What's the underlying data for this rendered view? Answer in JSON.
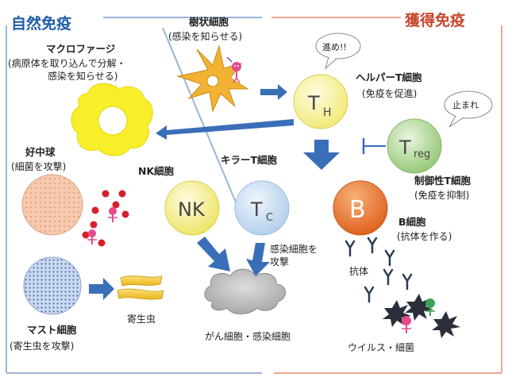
{
  "titles": {
    "innate": "自然免疫",
    "adaptive": "獲得免疫"
  },
  "colors": {
    "innate": "#1f5ea8",
    "adaptive": "#c8462a",
    "arrow": "#3a6fb8"
  },
  "labels": {
    "dendritic": "樹状細胞",
    "dendritic_sub": "(感染を知らせる)",
    "macrophage": "マクロファージ",
    "macrophage_sub1": "(病原体を取り込んで分解・",
    "macrophage_sub2": "感染を知らせる)",
    "neutrophil": "好中球",
    "neutrophil_sub": "(細菌を攻撃)",
    "nk_title": "NK細胞",
    "killer_title": "キラーT細胞",
    "helper": "ヘルパーT細胞",
    "helper_sub": "(免疫を促進)",
    "treg_title": "制御性T細胞",
    "treg_sub": "(免疫を抑制)",
    "bcell_title": "B細胞",
    "bcell_sub": "(抗体を作る)",
    "mast": "マスト細胞",
    "mast_sub": "(寄生虫を攻撃)",
    "parasite": "寄生虫",
    "infected_attack1": "感染細胞を",
    "infected_attack2": "攻撃",
    "cancer": "がん細胞・感染細胞",
    "antibody": "抗体",
    "virus": "ウイルス・細菌"
  },
  "cells": {
    "th_main": "T",
    "th_sub": "H",
    "treg_main": "T",
    "treg_sub": "reg",
    "nk": "NK",
    "tc_main": "T",
    "tc_sub": "C",
    "b": "B"
  },
  "bubbles": {
    "go": "進め!!",
    "stop": "止まれ"
  }
}
